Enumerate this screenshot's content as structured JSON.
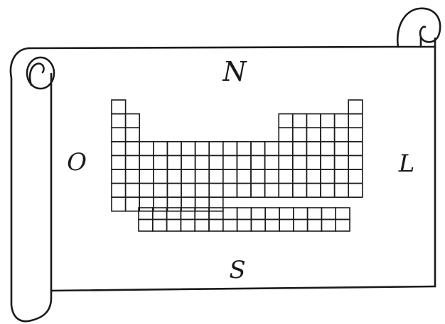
{
  "labels": {
    "top": "N",
    "left": "O",
    "right": "L",
    "bottom": "S"
  },
  "table": {
    "period1": {
      "left_cols": 1,
      "right_cols": 1
    },
    "periods_2_3": {
      "left_cols": 2,
      "right_cols": 6
    },
    "full_periods": 4,
    "main_cols": 18,
    "truncated_period": {
      "cols": 8
    },
    "f_block": {
      "rows": 2,
      "cols": 15
    }
  }
}
